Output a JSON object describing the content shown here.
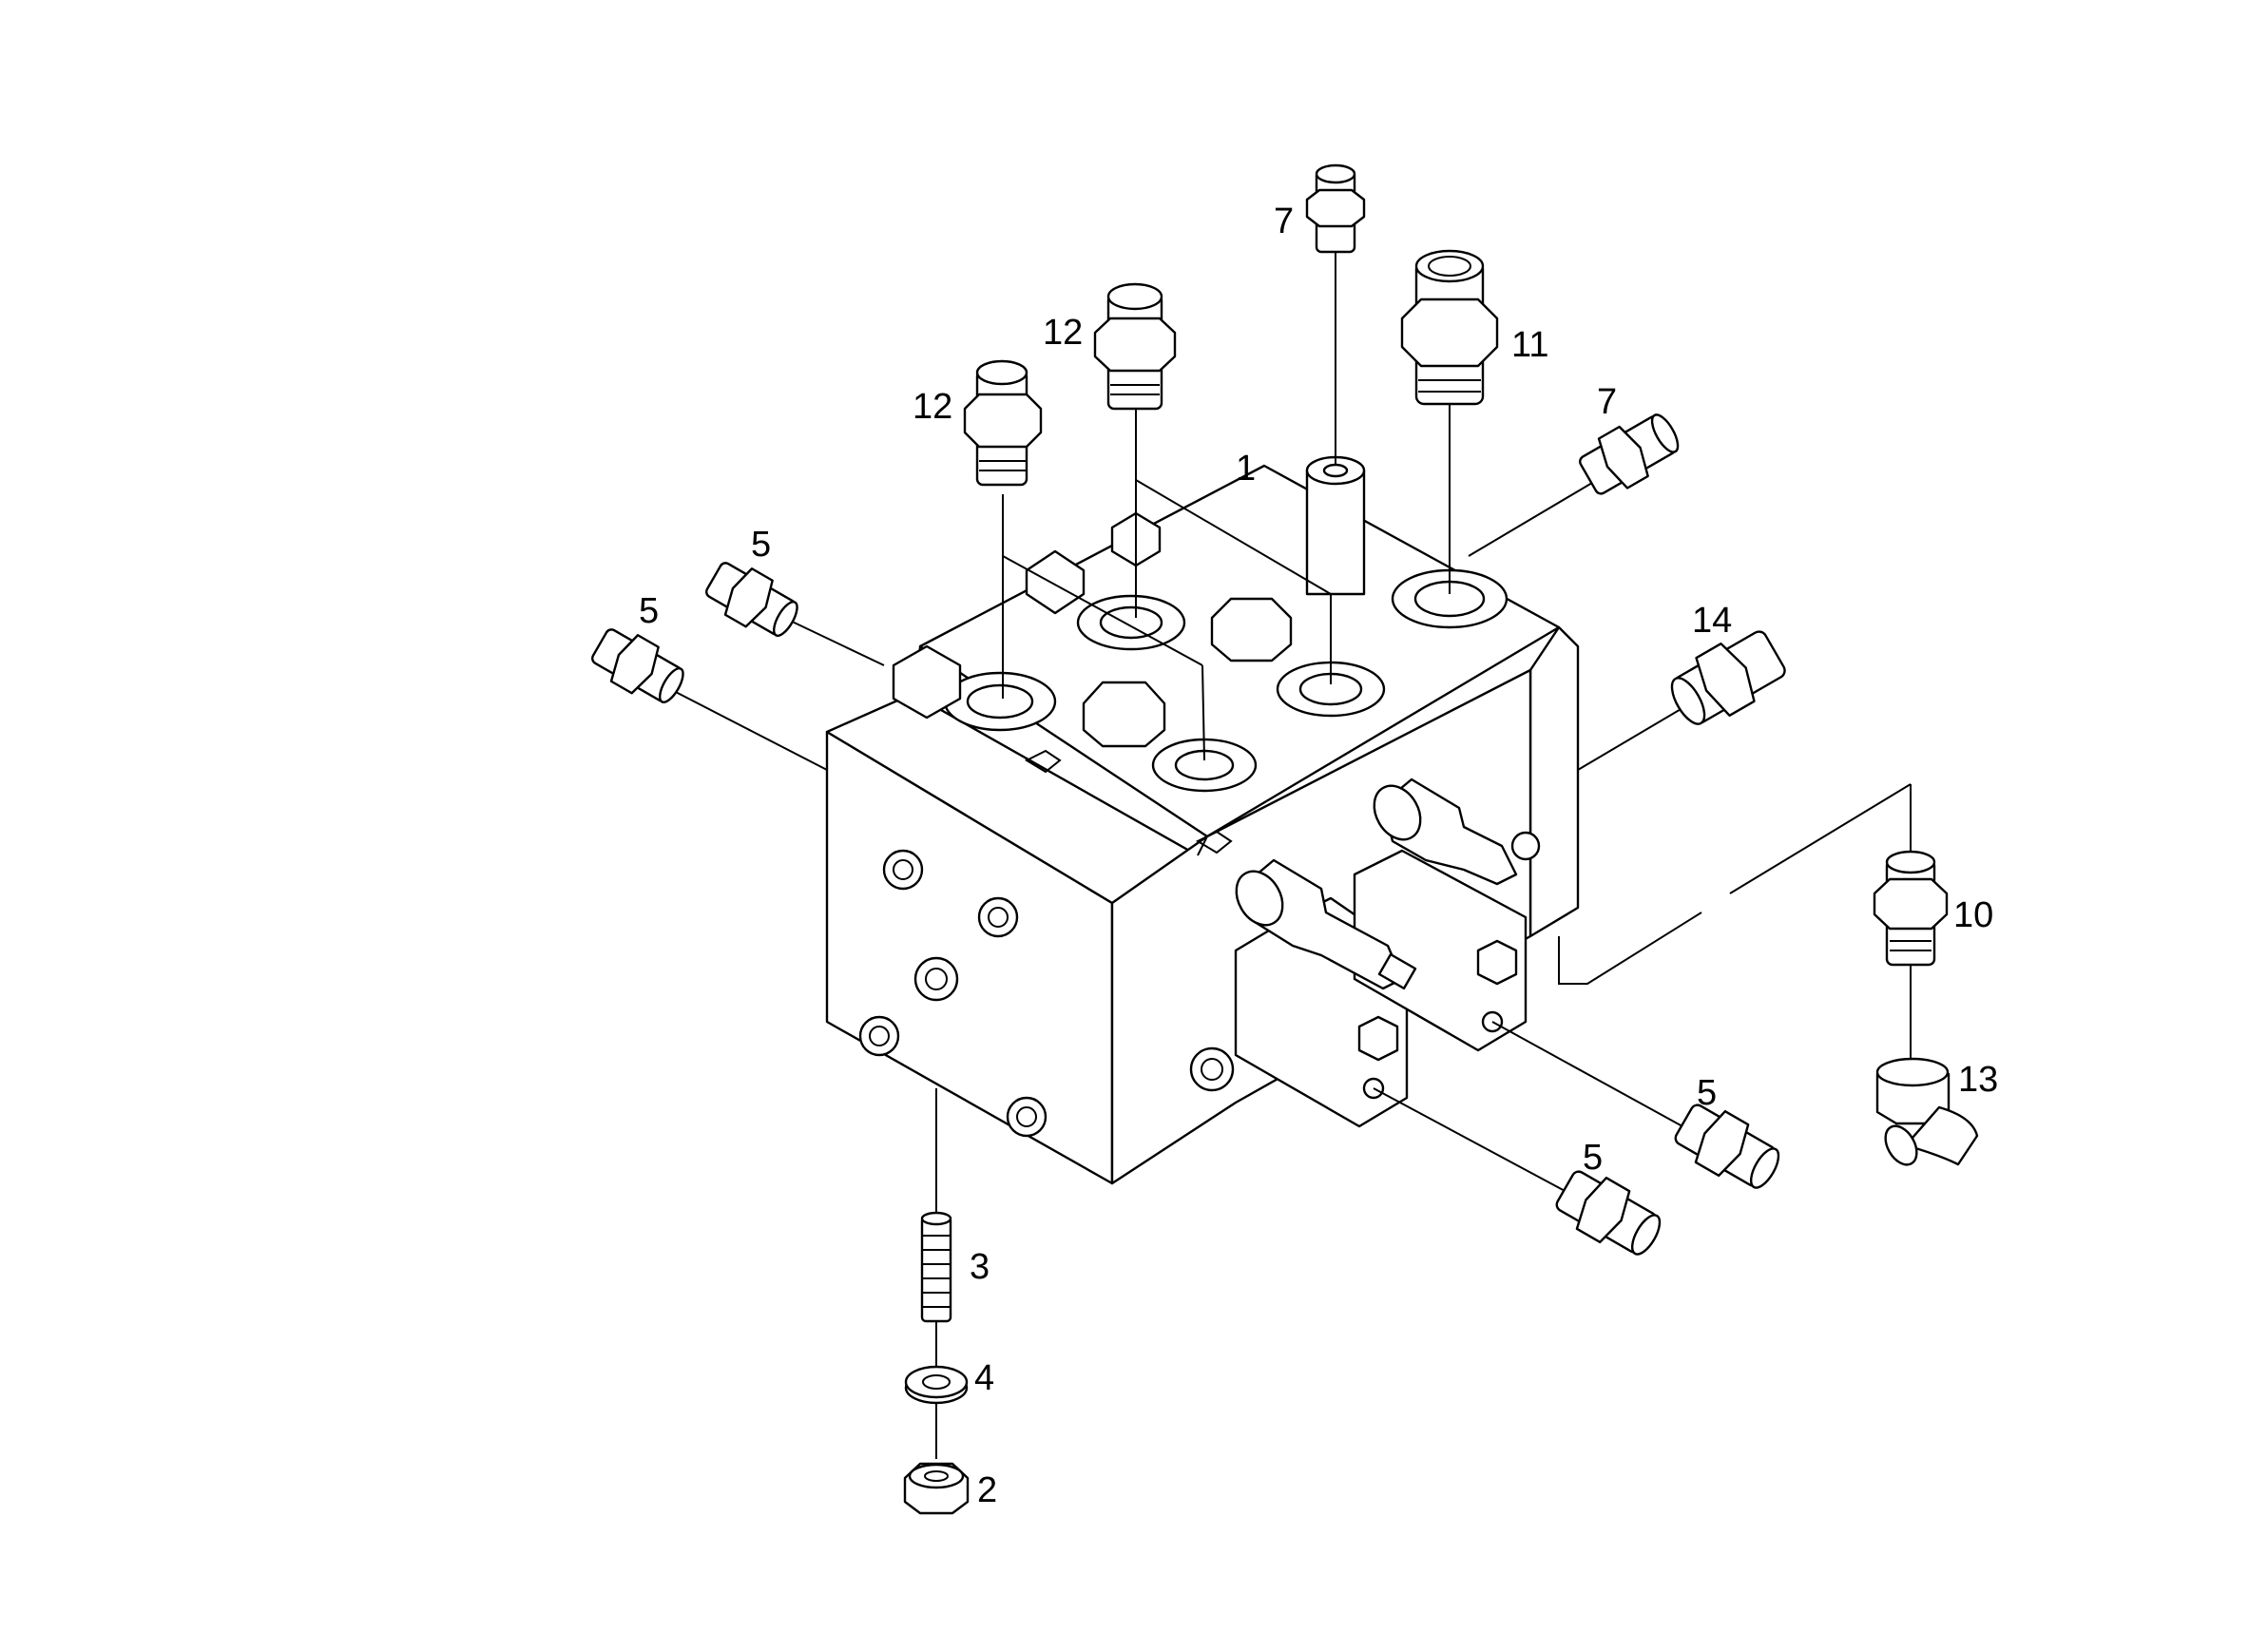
{
  "callouts": {
    "c1": "1",
    "c2": "2",
    "c3": "3",
    "c4": "4",
    "c5a": "5",
    "c5b": "5",
    "c5c": "5",
    "c5d": "5",
    "c7a": "7",
    "c7b": "7",
    "c10": "10",
    "c11": "11",
    "c12a": "12",
    "c12b": "12",
    "c13": "13",
    "c14": "14"
  },
  "colors": {
    "line": "#000000",
    "background": "#ffffff"
  }
}
